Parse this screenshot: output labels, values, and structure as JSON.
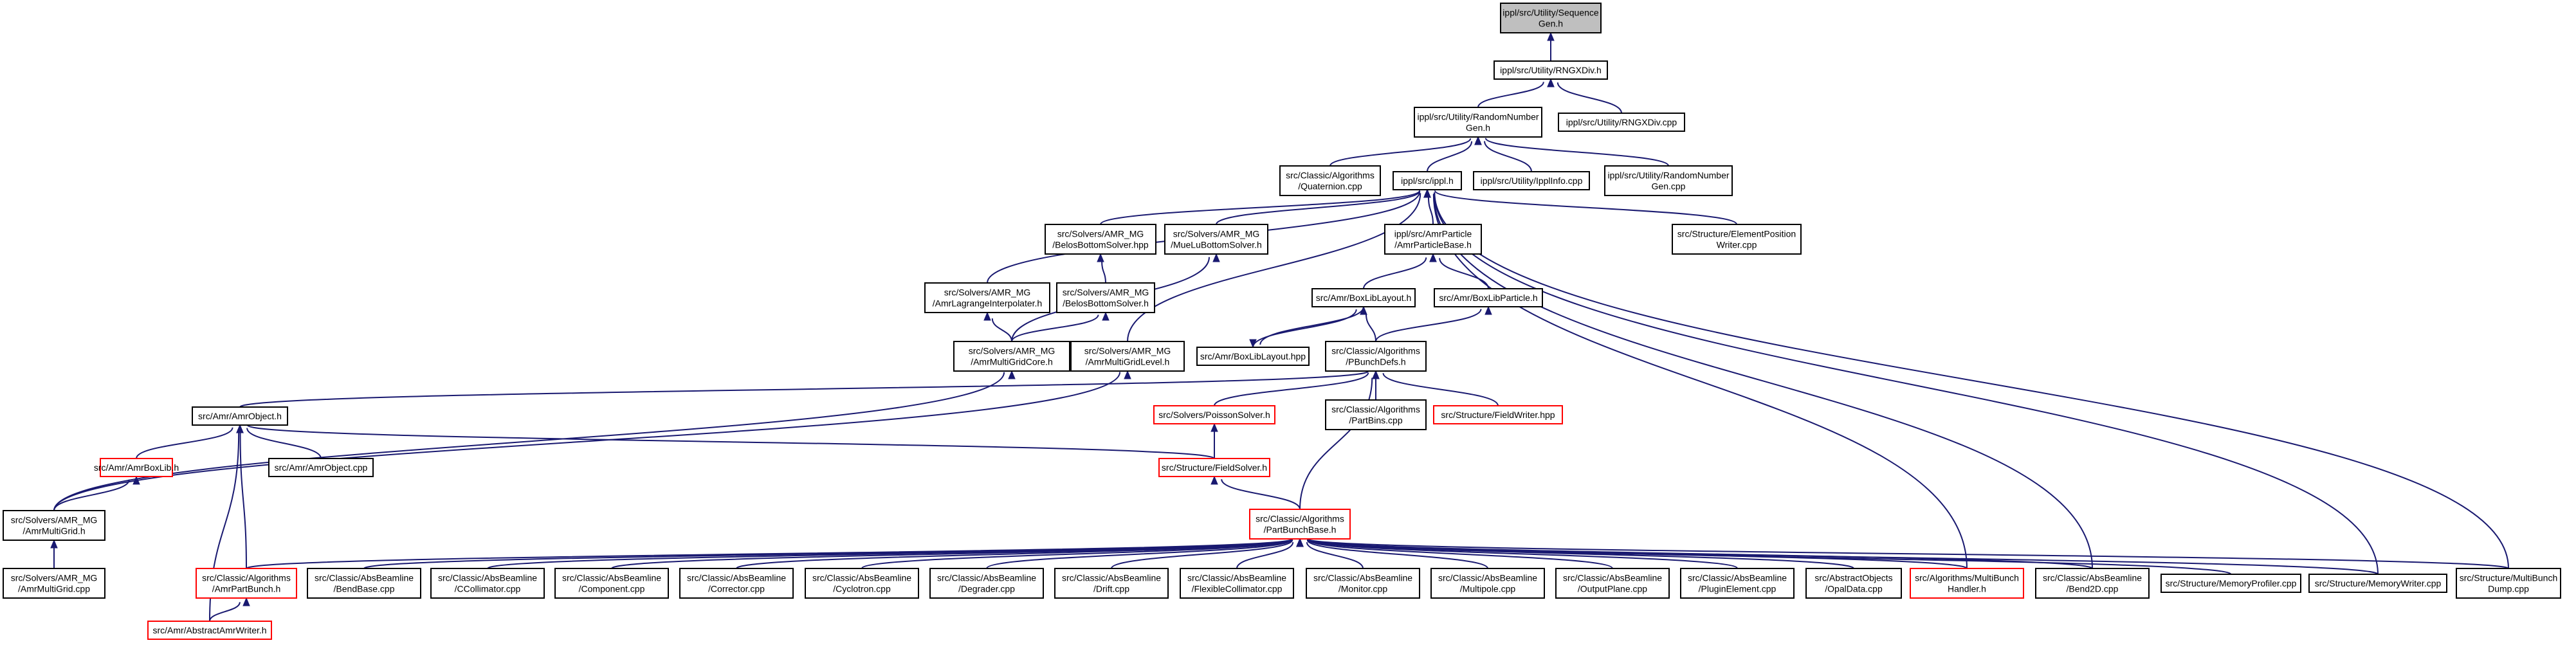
{
  "graph": {
    "nodes": [
      {
        "id": "seqgen",
        "lines": [
          "ippl/src/Utility/Sequence",
          "Gen.h"
        ],
        "style": "root"
      },
      {
        "id": "rngxdiv_h",
        "lines": [
          "ippl/src/Utility/RNGXDiv.h"
        ],
        "style": "normal"
      },
      {
        "id": "rnggen_h",
        "lines": [
          "ippl/src/Utility/RandomNumber",
          "Gen.h"
        ],
        "style": "normal"
      },
      {
        "id": "rngxdiv_cpp",
        "lines": [
          "ippl/src/Utility/RNGXDiv.cpp"
        ],
        "style": "normal"
      },
      {
        "id": "quaternion",
        "lines": [
          "src/Classic/Algorithms",
          "/Quaternion.cpp"
        ],
        "style": "normal"
      },
      {
        "id": "ippl_h",
        "lines": [
          "ippl/src/ippl.h"
        ],
        "style": "normal"
      },
      {
        "id": "ipplinfo",
        "lines": [
          "ippl/src/Utility/IpplInfo.cpp"
        ],
        "style": "normal"
      },
      {
        "id": "rnggen_cpp",
        "lines": [
          "ippl/src/Utility/RandomNumber",
          "Gen.cpp"
        ],
        "style": "normal"
      },
      {
        "id": "elempos",
        "lines": [
          "src/Structure/ElementPosition",
          "Writer.cpp"
        ],
        "style": "normal"
      },
      {
        "id": "belos_hpp",
        "lines": [
          "src/Solvers/AMR_MG",
          "/BelosBottomSolver.hpp"
        ],
        "style": "normal"
      },
      {
        "id": "muelu",
        "lines": [
          "src/Solvers/AMR_MG",
          "/MueLuBottomSolver.h"
        ],
        "style": "normal"
      },
      {
        "id": "amrpartbase",
        "lines": [
          "ippl/src/AmrParticle",
          "/AmrParticleBase.h"
        ],
        "style": "normal"
      },
      {
        "id": "lagrange",
        "lines": [
          "src/Solvers/AMR_MG",
          "/AmrLagrangeInterpolater.h"
        ],
        "style": "normal"
      },
      {
        "id": "belos_h",
        "lines": [
          "src/Solvers/AMR_MG",
          "/BelosBottomSolver.h"
        ],
        "style": "normal"
      },
      {
        "id": "boxliblayout_h",
        "lines": [
          "src/Amr/BoxLibLayout.h"
        ],
        "style": "normal"
      },
      {
        "id": "boxlibparticle",
        "lines": [
          "src/Amr/BoxLibParticle.h"
        ],
        "style": "normal"
      },
      {
        "id": "mgcore",
        "lines": [
          "src/Solvers/AMR_MG",
          "/AmrMultiGridCore.h"
        ],
        "style": "normal"
      },
      {
        "id": "mglevel",
        "lines": [
          "src/Solvers/AMR_MG",
          "/AmrMultiGridLevel.h"
        ],
        "style": "normal"
      },
      {
        "id": "boxliblayout_hpp",
        "lines": [
          "src/Amr/BoxLibLayout.hpp"
        ],
        "style": "normal"
      },
      {
        "id": "pbunchdefs",
        "lines": [
          "src/Classic/Algorithms",
          "/PBunchDefs.h"
        ],
        "style": "normal"
      },
      {
        "id": "amrobject_h",
        "lines": [
          "src/Amr/AmrObject.h"
        ],
        "style": "normal"
      },
      {
        "id": "poisson",
        "lines": [
          "src/Solvers/PoissonSolver.h"
        ],
        "style": "red"
      },
      {
        "id": "partbins",
        "lines": [
          "src/Classic/Algorithms",
          "/PartBins.cpp"
        ],
        "style": "normal"
      },
      {
        "id": "fieldwriter",
        "lines": [
          "src/Structure/FieldWriter.hpp"
        ],
        "style": "red"
      },
      {
        "id": "amrboxlib",
        "lines": [
          "src/Amr/AmrBoxLib.h"
        ],
        "style": "red"
      },
      {
        "id": "amrobject_cpp",
        "lines": [
          "src/Amr/AmrObject.cpp"
        ],
        "style": "normal"
      },
      {
        "id": "fieldsolver",
        "lines": [
          "src/Structure/FieldSolver.h"
        ],
        "style": "red"
      },
      {
        "id": "amrmultigrid_h",
        "lines": [
          "src/Solvers/AMR_MG",
          "/AmrMultiGrid.h"
        ],
        "style": "normal"
      },
      {
        "id": "partbunchbase",
        "lines": [
          "src/Classic/Algorithms",
          "/PartBunchBase.h"
        ],
        "style": "red"
      },
      {
        "id": "amrmultigrid_cpp",
        "lines": [
          "src/Solvers/AMR_MG",
          "/AmrMultiGrid.cpp"
        ],
        "style": "normal"
      },
      {
        "id": "amrpartbunch",
        "lines": [
          "src/Classic/Algorithms",
          "/AmrPartBunch.h"
        ],
        "style": "red"
      },
      {
        "id": "bendbase",
        "lines": [
          "src/Classic/AbsBeamline",
          "/BendBase.cpp"
        ],
        "style": "normal"
      },
      {
        "id": "ccollimator",
        "lines": [
          "src/Classic/AbsBeamline",
          "/CCollimator.cpp"
        ],
        "style": "normal"
      },
      {
        "id": "component",
        "lines": [
          "src/Classic/AbsBeamline",
          "/Component.cpp"
        ],
        "style": "normal"
      },
      {
        "id": "corrector",
        "lines": [
          "src/Classic/AbsBeamline",
          "/Corrector.cpp"
        ],
        "style": "normal"
      },
      {
        "id": "cyclotron",
        "lines": [
          "src/Classic/AbsBeamline",
          "/Cyclotron.cpp"
        ],
        "style": "normal"
      },
      {
        "id": "degrader",
        "lines": [
          "src/Classic/AbsBeamline",
          "/Degrader.cpp"
        ],
        "style": "normal"
      },
      {
        "id": "drift",
        "lines": [
          "src/Classic/AbsBeamline",
          "/Drift.cpp"
        ],
        "style": "normal"
      },
      {
        "id": "flexcoll",
        "lines": [
          "src/Classic/AbsBeamline",
          "/FlexibleCollimator.cpp"
        ],
        "style": "normal"
      },
      {
        "id": "monitor",
        "lines": [
          "src/Classic/AbsBeamline",
          "/Monitor.cpp"
        ],
        "style": "normal"
      },
      {
        "id": "multipole",
        "lines": [
          "src/Classic/AbsBeamline",
          "/Multipole.cpp"
        ],
        "style": "normal"
      },
      {
        "id": "outputplane",
        "lines": [
          "src/Classic/AbsBeamline",
          "/OutputPlane.cpp"
        ],
        "style": "normal"
      },
      {
        "id": "pluginelement",
        "lines": [
          "src/Classic/AbsBeamline",
          "/PluginElement.cpp"
        ],
        "style": "normal"
      },
      {
        "id": "opaldata",
        "lines": [
          "src/AbstractObjects",
          "/OpalData.cpp"
        ],
        "style": "normal"
      },
      {
        "id": "multibunch",
        "lines": [
          "src/Algorithms/MultiBunch",
          "Handler.h"
        ],
        "style": "red"
      },
      {
        "id": "rbend3d",
        "lines": [
          "src/Classic/AbsBeamline",
          "/Bend2D.cpp"
        ],
        "style": "normal"
      },
      {
        "id": "memprofiler",
        "lines": [
          "src/Structure/MemoryProfiler.cpp"
        ],
        "style": "normal"
      },
      {
        "id": "memwriter",
        "lines": [
          "src/Structure/MemoryWriter.cpp"
        ],
        "style": "normal"
      },
      {
        "id": "multibunchdump",
        "lines": [
          "src/Structure/MultiBunch",
          "Dump.cpp"
        ],
        "style": "normal"
      },
      {
        "id": "abstractamrwriter",
        "lines": [
          "src/Amr/AbstractAmrWriter.h"
        ],
        "style": "red"
      }
    ],
    "edges": [
      [
        "rngxdiv_h",
        "seqgen"
      ],
      [
        "rnggen_h",
        "rngxdiv_h"
      ],
      [
        "rngxdiv_cpp",
        "rngxdiv_h"
      ],
      [
        "quaternion",
        "rnggen_h"
      ],
      [
        "ippl_h",
        "rnggen_h"
      ],
      [
        "ipplinfo",
        "rnggen_h"
      ],
      [
        "rnggen_cpp",
        "rnggen_h"
      ],
      [
        "elempos",
        "ippl_h"
      ],
      [
        "belos_hpp",
        "ippl_h"
      ],
      [
        "muelu",
        "ippl_h"
      ],
      [
        "amrpartbase",
        "ippl_h"
      ],
      [
        "lagrange",
        "ippl_h"
      ],
      [
        "mglevel",
        "ippl_h"
      ],
      [
        "multibunch",
        "ippl_h"
      ],
      [
        "rbend3d",
        "ippl_h"
      ],
      [
        "memwriter",
        "ippl_h"
      ],
      [
        "multibunchdump",
        "ippl_h"
      ],
      [
        "belos_h",
        "belos_hpp"
      ],
      [
        "mgcore",
        "muelu"
      ],
      [
        "mgcore",
        "belos_h"
      ],
      [
        "mgcore",
        "lagrange"
      ],
      [
        "boxliblayout_h",
        "amrpartbase"
      ],
      [
        "boxlibparticle",
        "amrpartbase"
      ],
      [
        "boxliblayout_hpp",
        "boxliblayout_h"
      ],
      [
        "pbunchdefs",
        "boxliblayout_h"
      ],
      [
        "boxliblayout_h",
        "boxliblayout_hpp"
      ],
      [
        "pbunchdefs",
        "boxlibparticle"
      ],
      [
        "amrmultigrid_h",
        "mgcore"
      ],
      [
        "amrmultigrid_h",
        "mglevel"
      ],
      [
        "amrobject_h",
        "pbunchdefs"
      ],
      [
        "poisson",
        "pbunchdefs"
      ],
      [
        "partbins",
        "pbunchdefs"
      ],
      [
        "fieldwriter",
        "pbunchdefs"
      ],
      [
        "partbunchbase",
        "pbunchdefs"
      ],
      [
        "amrboxlib",
        "amrobject_h"
      ],
      [
        "amrobject_cpp",
        "amrobject_h"
      ],
      [
        "fieldsolver",
        "amrobject_h"
      ],
      [
        "amrpartbunch",
        "amrobject_h"
      ],
      [
        "abstractamrwriter",
        "amrobject_h"
      ],
      [
        "fieldsolver",
        "poisson"
      ],
      [
        "amrmultigrid_h",
        "amrboxlib"
      ],
      [
        "partbunchbase",
        "fieldsolver"
      ],
      [
        "amrmultigrid_cpp",
        "amrmultigrid_h"
      ],
      [
        "amrpartbunch",
        "partbunchbase"
      ],
      [
        "bendbase",
        "partbunchbase"
      ],
      [
        "ccollimator",
        "partbunchbase"
      ],
      [
        "component",
        "partbunchbase"
      ],
      [
        "corrector",
        "partbunchbase"
      ],
      [
        "cyclotron",
        "partbunchbase"
      ],
      [
        "degrader",
        "partbunchbase"
      ],
      [
        "drift",
        "partbunchbase"
      ],
      [
        "flexcoll",
        "partbunchbase"
      ],
      [
        "monitor",
        "partbunchbase"
      ],
      [
        "multipole",
        "partbunchbase"
      ],
      [
        "outputplane",
        "partbunchbase"
      ],
      [
        "pluginelement",
        "partbunchbase"
      ],
      [
        "opaldata",
        "partbunchbase"
      ],
      [
        "multibunch",
        "partbunchbase"
      ],
      [
        "rbend3d",
        "partbunchbase"
      ],
      [
        "memprofiler",
        "partbunchbase"
      ],
      [
        "memwriter",
        "partbunchbase"
      ],
      [
        "multibunchdump",
        "partbunchbase"
      ],
      [
        "abstractamrwriter",
        "amrpartbunch"
      ]
    ]
  }
}
